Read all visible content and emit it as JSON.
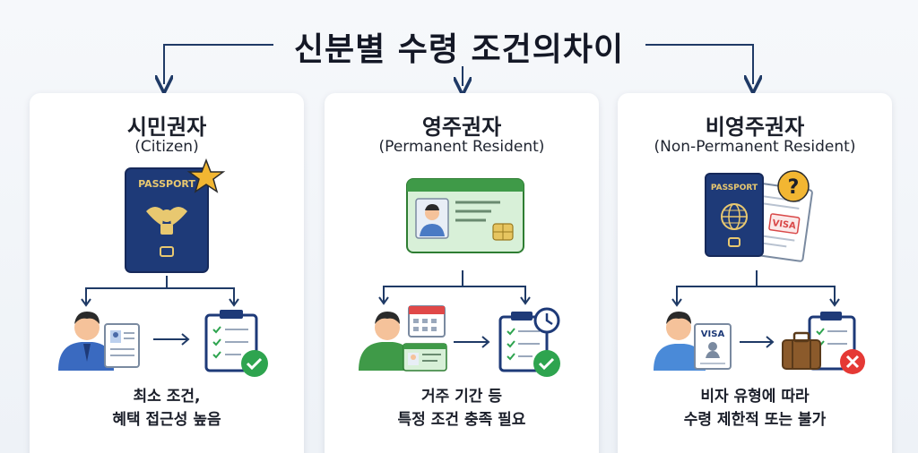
{
  "title": "신분별 수령 조건의차이",
  "cards": [
    {
      "name": "시민권자",
      "subtitle": "(Citizen)",
      "passport_label": "PASSPORT",
      "desc_line1": "최소 조건,",
      "desc_line2": "혜택 접근성 높음"
    },
    {
      "name": "영주권자",
      "subtitle": "(Permanent Resident)",
      "desc_line1": "거주 기간 등",
      "desc_line2": "특정 조건 충족 필요"
    },
    {
      "name": "비영주권자",
      "subtitle": "(Non-Permanent Resident)",
      "passport_label": "PASSPORT",
      "visa_stamp_label": "VISA",
      "visa_doc_label": "VISA",
      "desc_line1": "비자 유형에 따라",
      "desc_line2": "수령 제한적 또는 불가"
    }
  ],
  "colors": {
    "navy": "#1e3a78",
    "arrow": "#1f3a66",
    "green": "#2ea44f",
    "red": "#e53935",
    "star": "#f2b632"
  }
}
